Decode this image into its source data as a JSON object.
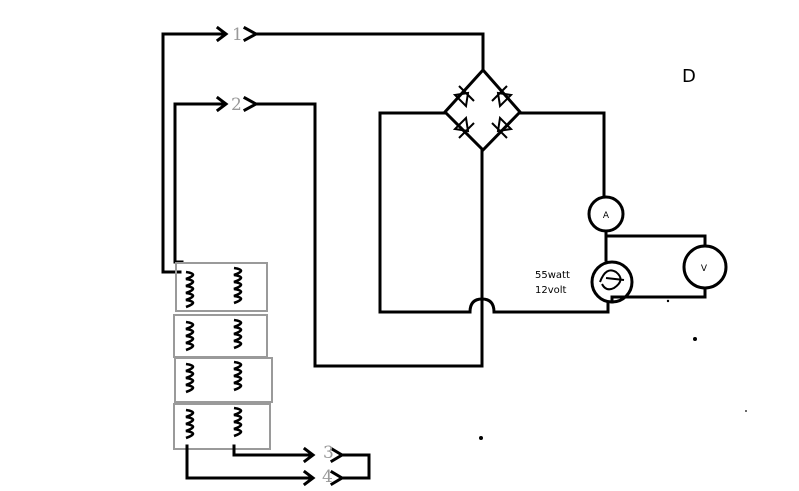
{
  "diagram": {
    "corner_label": "D",
    "terminals": [
      "1",
      "2",
      "3",
      "4"
    ],
    "ammeter_symbol": "A",
    "voltmeter_symbol": "V",
    "lamp_spec": {
      "power": "55watt",
      "voltage": "12volt"
    }
  }
}
